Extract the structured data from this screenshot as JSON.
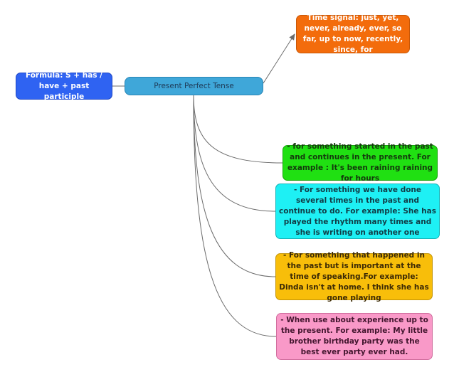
{
  "central": {
    "label": "Present Perfect Tense"
  },
  "formula": {
    "label": "Formula: S + has / have + past participle"
  },
  "time_signal": {
    "label": "Time signal: just, yet, never, already, ever, so far, up to now, recently, since, for"
  },
  "usages": [
    {
      "label": "- for something started in the past and continues in the present. For example : It's been raining raining for hours"
    },
    {
      "label": "- For something we have done several times in the past and continue to do. For example: She has played the rhythm many times and she is writing on another one"
    },
    {
      "label": "- For something that happened in the past but is important at the time of speaking.For example: Dinda isn't at home. I think she has gone playing"
    },
    {
      "label": "- When use about experience up to the present. For example: My little brother birthday party was the best ever party ever had."
    }
  ],
  "colors": {
    "central": "#3fa7d9",
    "formula": "#2f63f2",
    "time_signal": "#f36c0c",
    "usage_1": "#20e012",
    "usage_2": "#1ef0f4",
    "usage_3": "#f8be0a",
    "usage_4": "#f999c8",
    "connector": "#6b6b6b"
  }
}
